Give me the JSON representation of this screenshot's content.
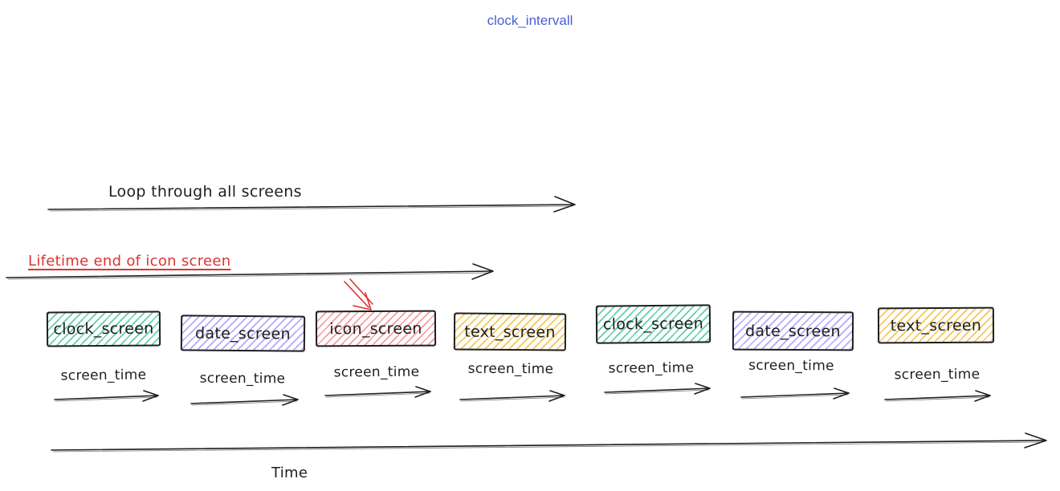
{
  "title": {
    "text": "clock_intervall",
    "color": "#4a5fd4"
  },
  "loop_arrow": {
    "label": "Loop through all screens"
  },
  "lifetime_arrow": {
    "label": "Lifetime end of icon screen",
    "color": "#e03131"
  },
  "screens": [
    {
      "label": "clock_screen",
      "color": "green",
      "fill": "#63cfa3"
    },
    {
      "label": "date_screen",
      "color": "purple",
      "fill": "#b9a7f9"
    },
    {
      "label": "icon_screen",
      "color": "red",
      "fill": "#f79b9b"
    },
    {
      "label": "text_screen",
      "color": "yellow",
      "fill": "#f3c754"
    },
    {
      "label": "clock_screen",
      "color": "green",
      "fill": "#63cfa3"
    },
    {
      "label": "date_screen",
      "color": "purple",
      "fill": "#b9a7f9"
    },
    {
      "label": "text_screen",
      "color": "yellow",
      "fill": "#f3c754"
    }
  ],
  "screen_time_label": "screen_time",
  "time_axis": {
    "label": "Time"
  },
  "stroke_color": "#1e1e1e"
}
